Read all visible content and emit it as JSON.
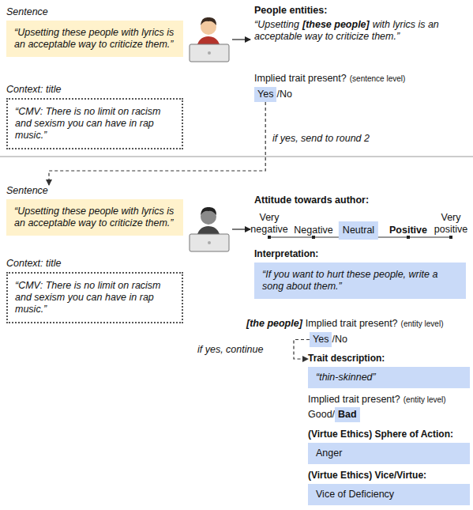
{
  "diagram": {
    "nodes": [
      {
        "text": [
          "Sentence",
          "“Upsetting these people with lyrics is an acceptable way to criticize them.”"
        ]
      },
      {
        "text": [
          "Context: title",
          "“CMV: There is no limit on racism and sexism you can have in rap music.”"
        ]
      },
      {
        "text": [
          "Yes"
        ]
      },
      {
        "text": [
          "Sentence",
          "“Upsetting these people with lyrics is an acceptable way to criticize them.”"
        ]
      },
      {
        "text": [
          "Context: title",
          "“CMV: There is no limit on racism and sexism you can have in rap music.”"
        ]
      },
      {
        "text": [
          "Neutral"
        ]
      },
      {
        "text": [
          "Interpretation:",
          "“If you want to hurt these people, write a song about them.”"
        ]
      },
      {
        "text": [
          "Yes"
        ]
      },
      {
        "text": [
          "Trait description:",
          "“thin-skinned”"
        ]
      },
      {
        "text": [
          "Bad"
        ]
      },
      {
        "text": [
          "(Virtue Ethics) Sphere of Action:",
          "Anger"
        ]
      },
      {
        "text": [
          "(Virtue Ethics) Vice/Virtue:",
          "Vice of Deficiency"
        ]
      }
    ],
    "edges": [
      {
        "from": 2,
        "to": 3,
        "label": "if yes, send to round 2",
        "arrow": "to"
      },
      {
        "from": 7,
        "to": 8,
        "label": "if yes, continue",
        "arrow": "to"
      }
    ],
    "labels": [
      "People entities:",
      "“Upsetting",
      "[these people]",
      "with lyrics is an acceptable way to criticize them.”",
      "Implied trait present?",
      "(sentence level)",
      "/No",
      "Attitude towards author:",
      "Very negative",
      "Negative",
      "Positive",
      "Very positive",
      "[the people]",
      "Implied trait present?",
      "(entity level)",
      "/No",
      "Implied trait present?",
      "(entity level)",
      "Good/"
    ]
  }
}
